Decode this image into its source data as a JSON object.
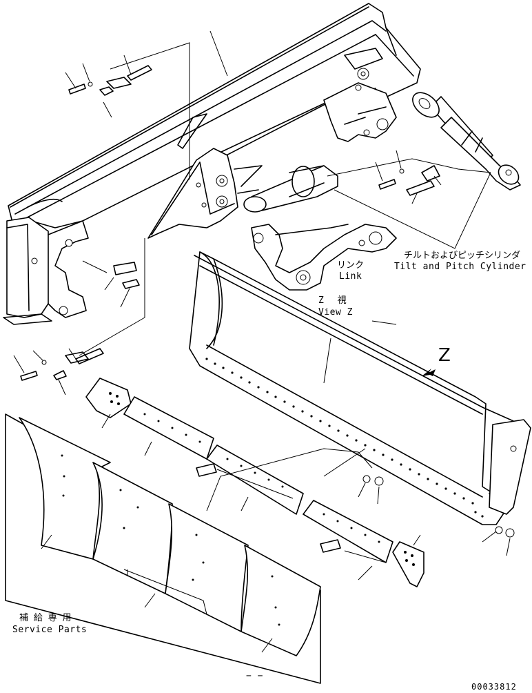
{
  "labels": {
    "tilt_pitch_jp": "チルトおよびピッチシリンダ",
    "tilt_pitch_en": "Tilt and Pitch Cylinder",
    "link_jp": "リンク",
    "link_en": "Link",
    "view_z_jp": "Z 視",
    "view_z_en": "View Z",
    "service_parts_jp": "補 給 専 用",
    "service_parts_en": "Service Parts",
    "view_arrow_letter": "Z",
    "drawing_number": "00033812",
    "quantity_dash": "− −"
  },
  "icons": {
    "view-direction-arrow": "filled-arrow-down-left"
  }
}
